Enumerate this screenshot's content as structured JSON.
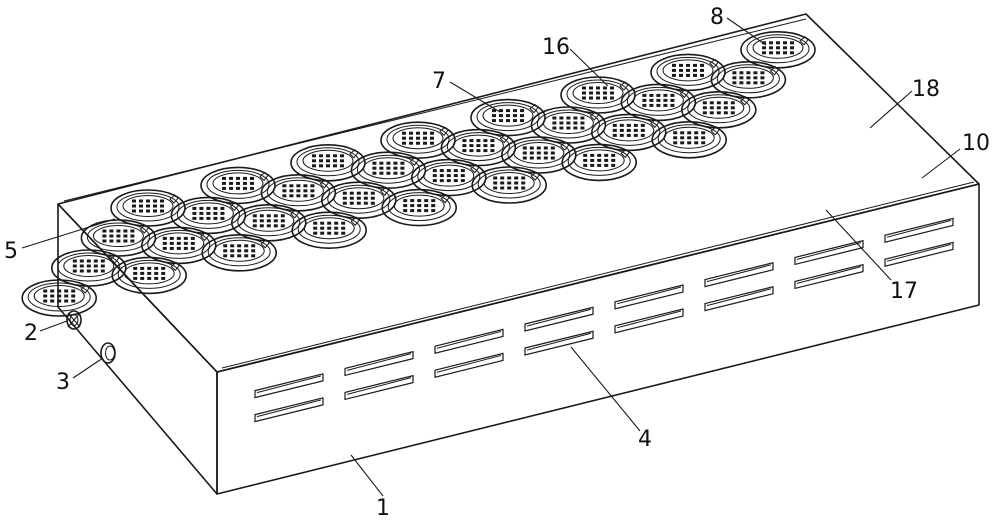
{
  "reference_numerals": {
    "housing": "1",
    "port_upper": "2",
    "port_lower": "3",
    "vent_slots": "4",
    "well_front_left": "5",
    "well_back_row": "7",
    "well_back_right": "8",
    "well_right_front": "10",
    "well_top_middle": "16",
    "well_inner_right": "17",
    "well_right_mid": "18"
  },
  "colors": {
    "line": "#1a1a1a",
    "background": "#ffffff"
  }
}
